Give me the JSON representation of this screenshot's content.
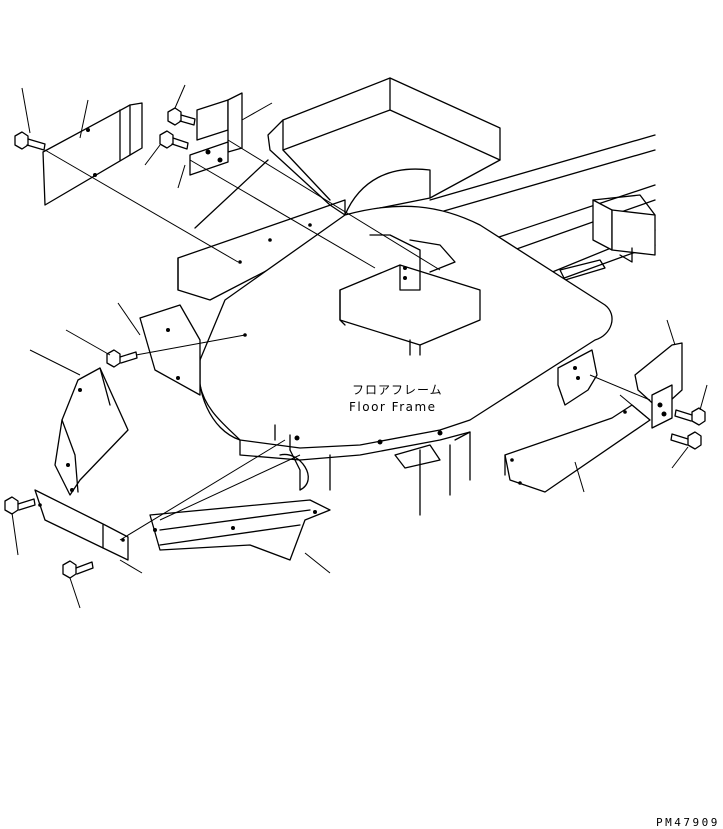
{
  "part_label": {
    "japanese": "フロアフレーム",
    "english": "Floor Frame"
  },
  "drawing_code": "PM47909"
}
